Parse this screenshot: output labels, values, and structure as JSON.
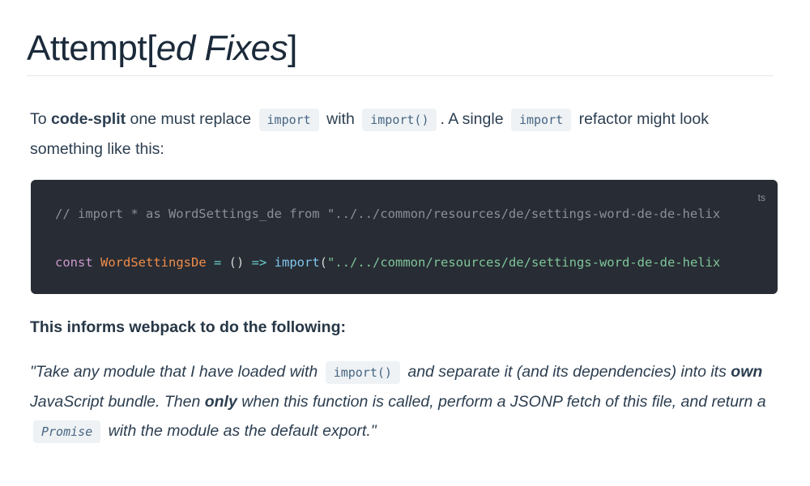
{
  "heading": {
    "prefix": "Attempt[",
    "italic": "ed Fixes",
    "suffix": "]"
  },
  "intro": {
    "t1": "To ",
    "b1": "code-split",
    "t2": " one must replace ",
    "c1": "import",
    "t3": " with ",
    "c2": "import()",
    "t4": ". A single ",
    "c3": "import",
    "t5": " refactor might look something like this:"
  },
  "code_block": {
    "language": "ts",
    "line1": "// import * as WordSettings_de from \"../../common/resources/de/settings-word-de-de-helix",
    "line2": {
      "keyword": "const",
      "name": "WordSettingsDe",
      "eq": " = ",
      "parens": "()",
      "arrow": " => ",
      "func": "import",
      "open": "(",
      "path": "\"../../common/resources/de/settings-word-de-de-helix"
    }
  },
  "explanation": "This informs webpack to do the following:",
  "quote": {
    "t1": "\"Take any module that I have loaded with ",
    "c1": "import()",
    "t2": " and separate it (and its dependencies) into its ",
    "b1": "own",
    "t3": " JavaScript bundle. Then ",
    "b2": "only",
    "t4": " when this function is called, perform a JSONP fetch of this file, and return a ",
    "c2": "Promise",
    "t5": " with the module as the default export.\""
  }
}
